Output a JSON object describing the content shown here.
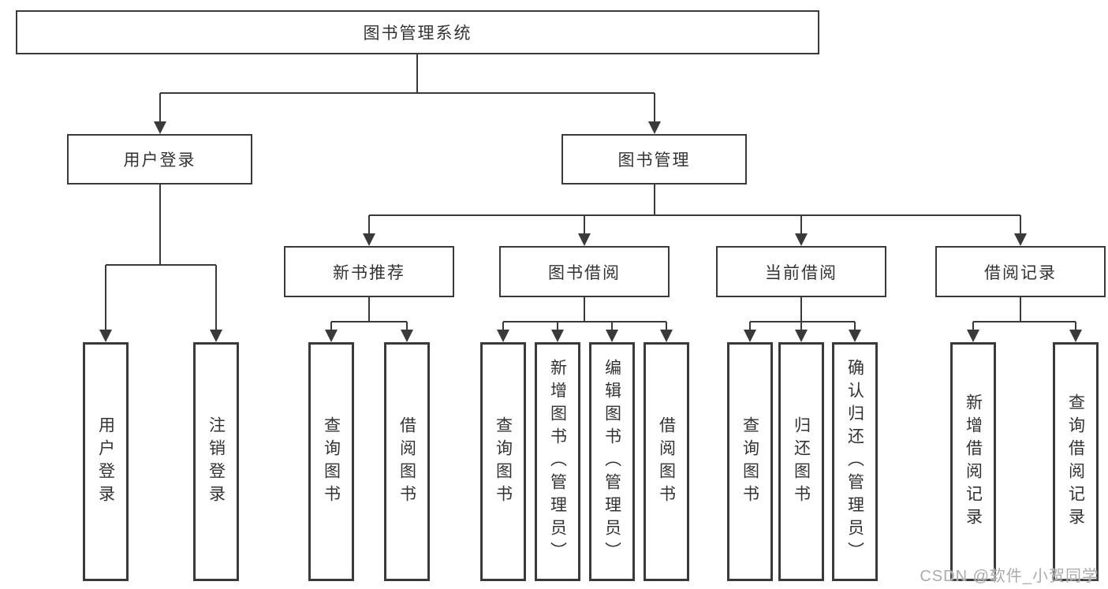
{
  "tree": {
    "label": "图书管理系统",
    "children": [
      {
        "label": "用户登录",
        "children": [
          {
            "label": "用户登录"
          },
          {
            "label": "注销登录"
          }
        ]
      },
      {
        "label": "图书管理",
        "children": [
          {
            "label": "新书推荐",
            "children": [
              {
                "label": "查询图书"
              },
              {
                "label": "借阅图书"
              }
            ]
          },
          {
            "label": "图书借阅",
            "children": [
              {
                "label": "查询图书"
              },
              {
                "label": "新增图书（管理员）"
              },
              {
                "label": "编辑图书（管理员）"
              },
              {
                "label": "借阅图书"
              }
            ]
          },
          {
            "label": "当前借阅",
            "children": [
              {
                "label": "查询图书"
              },
              {
                "label": "归还图书"
              },
              {
                "label": "确认归还（管理员）"
              }
            ]
          },
          {
            "label": "借阅记录",
            "children": [
              {
                "label": "新增借阅记录"
              },
              {
                "label": "查询借阅记录"
              }
            ]
          }
        ]
      }
    ]
  },
  "watermark": {
    "text": "CSDN @软件_小贺同学"
  },
  "colors": {
    "line": "#3a3a3a",
    "text": "#333333",
    "watermark": "#ababab",
    "background": "#ffffff"
  }
}
